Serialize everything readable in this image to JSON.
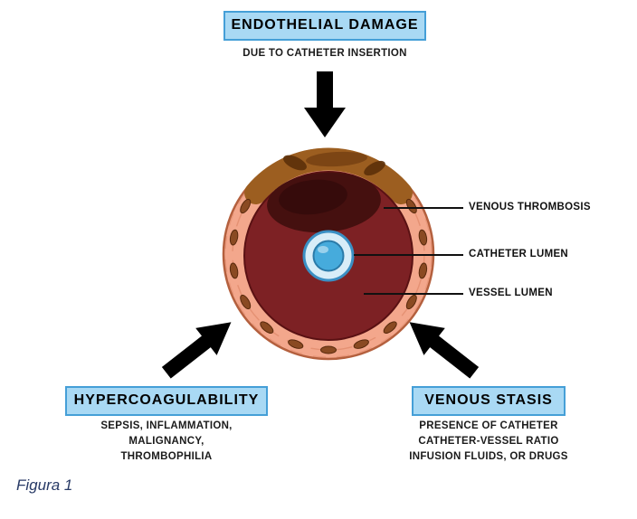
{
  "figure": {
    "caption": "Figura 1"
  },
  "causes": {
    "endothelial_damage": {
      "title": "ENDOTHELIAL DAMAGE",
      "detail_lines": [
        "DUE TO CATHETER INSERTION"
      ]
    },
    "hypercoagulability": {
      "title": "HYPERCOAGULABILITY",
      "detail_lines": [
        "SEPSIS, INFLAMMATION,",
        "MALIGNANCY,",
        "THROMBOPHILIA"
      ]
    },
    "venous_stasis": {
      "title": "VENOUS STASIS",
      "detail_lines": [
        "PRESENCE OF CATHETER",
        "CATHETER-VESSEL RATIO",
        "INFUSION FLUIDS, OR DRUGS"
      ]
    }
  },
  "vessel_labels": {
    "venous_thrombosis": "VENOUS THROMBOSIS",
    "catheter_lumen": "CATHETER LUMEN",
    "vessel_lumen": "VESSEL LUMEN"
  },
  "colors": {
    "label_box_fill": "#a9d9f4",
    "label_box_border": "#459fd7",
    "vessel_wall": "#f3a78c",
    "vessel_wall_outline": "#b4603e",
    "damaged_endothelium": "#9c5e20",
    "vessel_lumen": "#7d2124",
    "thrombus": "#45100f",
    "catheter_ring": "#d8edf8",
    "catheter_border": "#3a8fc4",
    "catheter_lumen": "#46abdc",
    "arrow": "#000000",
    "caption": "#283a66"
  }
}
